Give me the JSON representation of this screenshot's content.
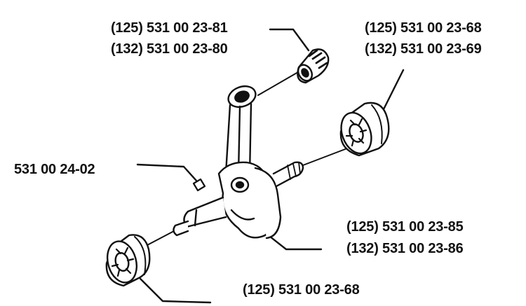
{
  "colors": {
    "ink": "#111111",
    "background": "#ffffff"
  },
  "labels": {
    "needle_bearing": {
      "line1": "(125) 531 00 23-81",
      "line2": "(132) 531 00 23-80"
    },
    "bearing_top_right": {
      "line1": "(125) 531 00 23-68",
      "line2": "(132) 531 00 23-69"
    },
    "key": {
      "line1": "531 00 24-02"
    },
    "crankshaft": {
      "line1": "(125) 531 00 23-85",
      "line2": "(132) 531 00 23-86"
    },
    "bearing_bottom_left": {
      "line1": "(125) 531 00 23-68"
    }
  }
}
